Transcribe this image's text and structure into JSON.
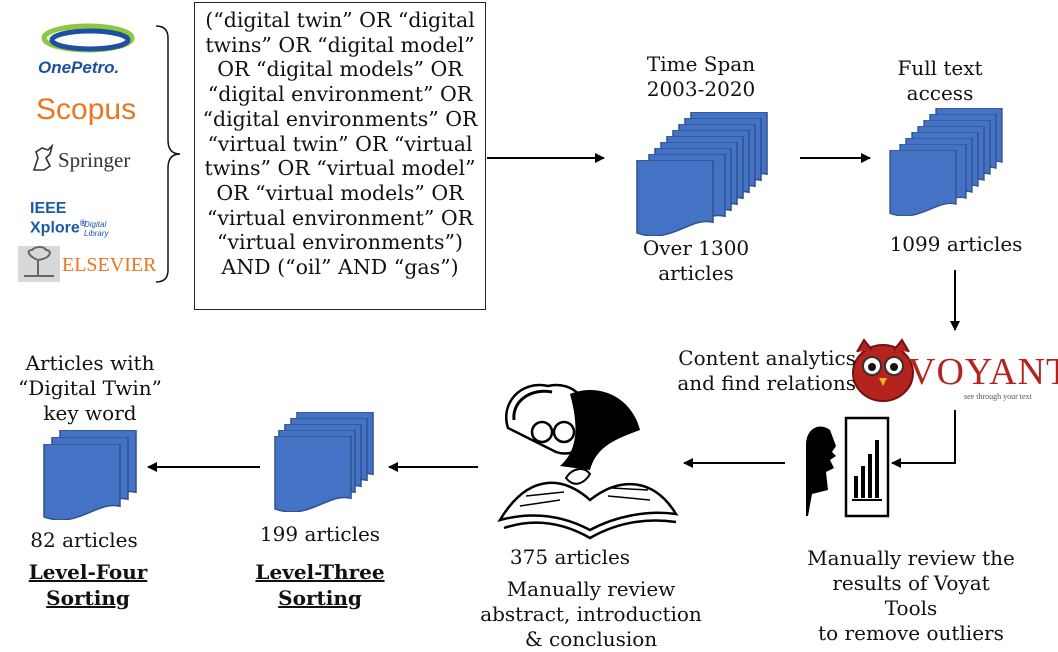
{
  "sources": {
    "onepetro": "OnePetro.",
    "scopus": "Scopus",
    "springer": "Springer",
    "ieee_main": "IEEE Xplore",
    "ieee_sub": "Digital Library",
    "elsevier": "ELSEVIER"
  },
  "query_text": "(“digital twin” OR “digital twins” OR “digital model” OR “digital models” OR “digital environment” OR “digital environments” OR “virtual twin” OR “virtual twins” OR “virtual model” OR “virtual models” OR “virtual environment” OR “virtual environments”) AND (“oil” AND “gas”)",
  "stage1": {
    "top": "Time Span\n2003-2020",
    "bottom": "Over 1300\narticles"
  },
  "stage2": {
    "top": "Full text\naccess",
    "bottom": "1099 articles"
  },
  "voyant": {
    "caption": "Content analytics\nand find relations",
    "logo": "VOYANT",
    "tagline": "see through your text"
  },
  "outliers": {
    "caption": "Manually review the\nresults of Voyat Tools\nto remove outliers"
  },
  "stage375": {
    "count": "375 articles",
    "caption": "Manually review\nabstract, introduction\n& conclusion"
  },
  "level3": {
    "count": "199 articles",
    "label": "Level-Three\nSorting"
  },
  "level4": {
    "top": "Articles with\n“Digital Twin”\nkey word",
    "count": "82 articles",
    "label": "Level-Four\nSorting"
  },
  "colors": {
    "doc_fill": "#4472c4",
    "doc_stroke": "#2f528f",
    "voyant_red": "#b5231f",
    "onepetro_blue": "#1f4fa0",
    "onepetro_green": "#8dc63f",
    "scopus_orange": "#e87722"
  }
}
